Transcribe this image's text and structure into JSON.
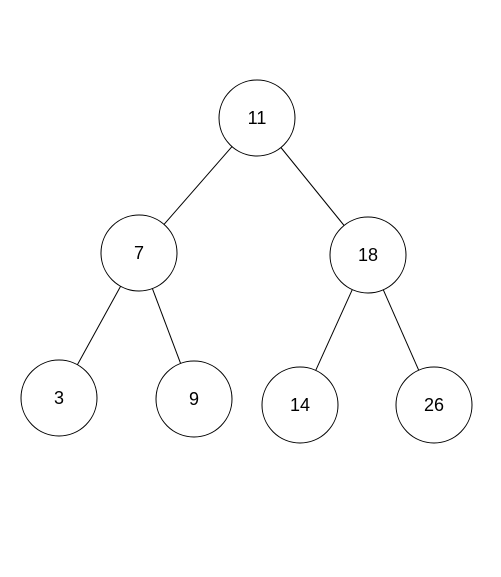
{
  "tree": {
    "nodes": [
      {
        "id": "n11",
        "label": "11"
      },
      {
        "id": "n7",
        "label": "7"
      },
      {
        "id": "n18",
        "label": "18"
      },
      {
        "id": "n3",
        "label": "3"
      },
      {
        "id": "n9",
        "label": "9"
      },
      {
        "id": "n14",
        "label": "14"
      },
      {
        "id": "n26",
        "label": "26"
      }
    ],
    "edges": [
      {
        "from": "n11",
        "to": "n7"
      },
      {
        "from": "n11",
        "to": "n18"
      },
      {
        "from": "n7",
        "to": "n3"
      },
      {
        "from": "n7",
        "to": "n9"
      },
      {
        "from": "n18",
        "to": "n14"
      },
      {
        "from": "n18",
        "to": "n26"
      }
    ]
  }
}
